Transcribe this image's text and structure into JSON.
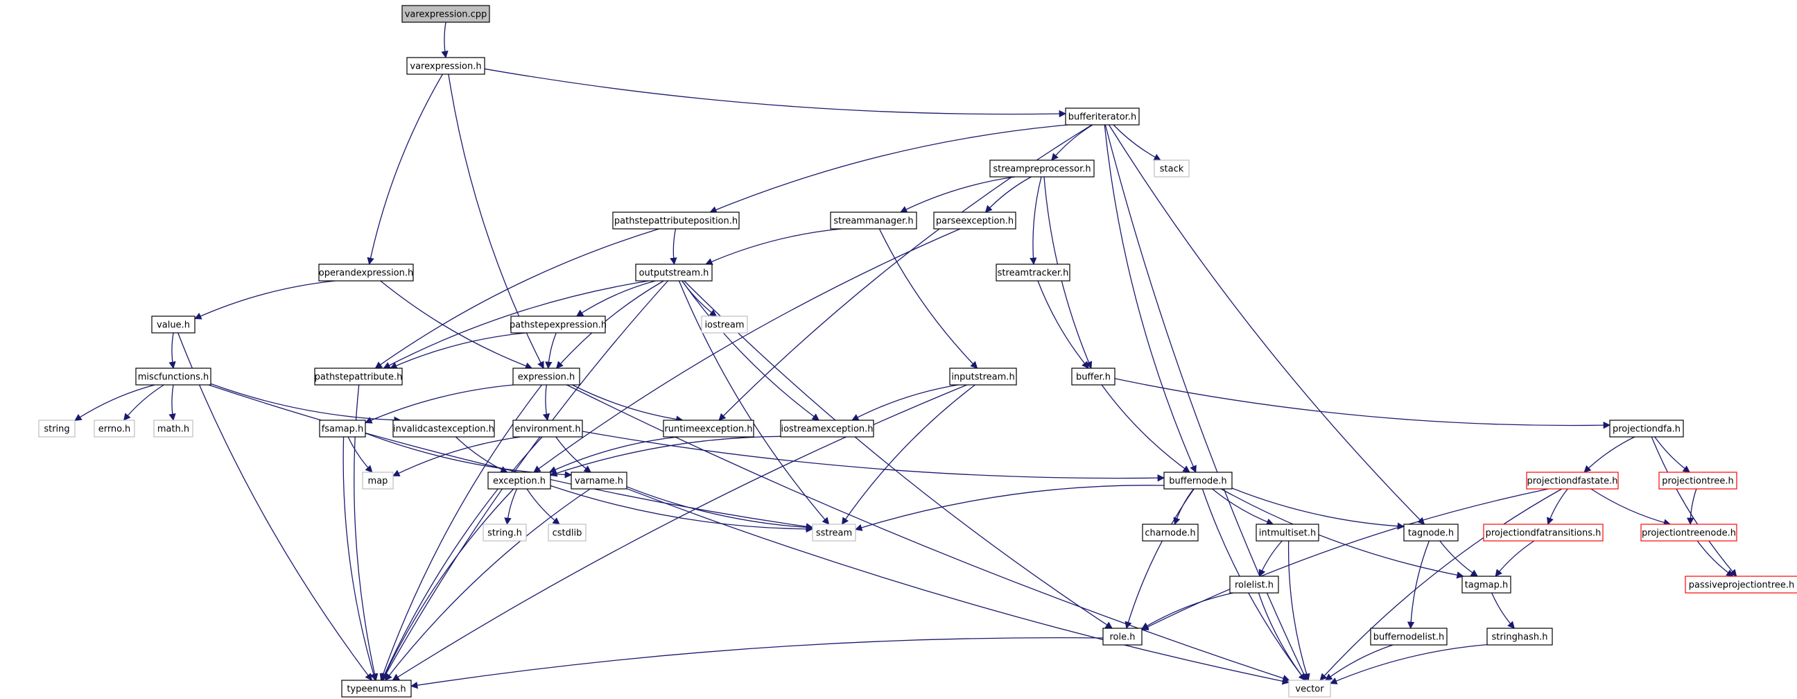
{
  "colors": {
    "edge": "#191970",
    "box_border": "#000000",
    "root_fill": "#bfbfbf",
    "missing_border": "#bfbfbf",
    "truncated_border": "#ff0000",
    "text": "#000000"
  },
  "nodes": [
    {
      "id": "varexpression_cpp",
      "label": "varexpression.cpp",
      "kind": "root"
    },
    {
      "id": "varexpression_h",
      "label": "varexpression.h",
      "kind": "normal"
    },
    {
      "id": "bufferiterator_h",
      "label": "bufferiterator.h",
      "kind": "normal"
    },
    {
      "id": "streampreprocessor_h",
      "label": "streampreprocessor.h",
      "kind": "normal"
    },
    {
      "id": "stack",
      "label": "stack",
      "kind": "missing"
    },
    {
      "id": "pathstepattributeposition_h",
      "label": "pathstepattributeposition.h",
      "kind": "normal"
    },
    {
      "id": "streammanager_h",
      "label": "streammanager.h",
      "kind": "normal"
    },
    {
      "id": "parseexception_h",
      "label": "parseexception.h",
      "kind": "normal"
    },
    {
      "id": "operandexpression_h",
      "label": "operandexpression.h",
      "kind": "normal"
    },
    {
      "id": "outputstream_h",
      "label": "outputstream.h",
      "kind": "normal"
    },
    {
      "id": "streamtracker_h",
      "label": "streamtracker.h",
      "kind": "normal"
    },
    {
      "id": "value_h",
      "label": "value.h",
      "kind": "normal"
    },
    {
      "id": "pathstepexpression_h",
      "label": "pathstepexpression.h",
      "kind": "normal"
    },
    {
      "id": "iostream",
      "label": "iostream",
      "kind": "missing"
    },
    {
      "id": "miscfunctions_h",
      "label": "miscfunctions.h",
      "kind": "normal"
    },
    {
      "id": "pathstepattribute_h",
      "label": "pathstepattribute.h",
      "kind": "normal"
    },
    {
      "id": "expression_h",
      "label": "expression.h",
      "kind": "normal"
    },
    {
      "id": "inputstream_h",
      "label": "inputstream.h",
      "kind": "normal"
    },
    {
      "id": "buffer_h",
      "label": "buffer.h",
      "kind": "normal"
    },
    {
      "id": "string",
      "label": "string",
      "kind": "missing"
    },
    {
      "id": "errno_h",
      "label": "errno.h",
      "kind": "missing"
    },
    {
      "id": "math_h",
      "label": "math.h",
      "kind": "missing"
    },
    {
      "id": "fsamap_h",
      "label": "fsamap.h",
      "kind": "normal"
    },
    {
      "id": "invalidcastexception_h",
      "label": "invalidcastexception.h",
      "kind": "normal"
    },
    {
      "id": "environment_h",
      "label": "environment.h",
      "kind": "normal"
    },
    {
      "id": "runtimeexception_h",
      "label": "runtimeexception.h",
      "kind": "normal"
    },
    {
      "id": "iostreamexception_h",
      "label": "iostreamexception.h",
      "kind": "normal"
    },
    {
      "id": "projectiondfa_h",
      "label": "projectiondfa.h",
      "kind": "normal"
    },
    {
      "id": "map",
      "label": "map",
      "kind": "missing"
    },
    {
      "id": "exception_h",
      "label": "exception.h",
      "kind": "normal"
    },
    {
      "id": "varname_h",
      "label": "varname.h",
      "kind": "normal"
    },
    {
      "id": "buffernode_h",
      "label": "buffernode.h",
      "kind": "normal"
    },
    {
      "id": "projectiondfastate_h",
      "label": "projectiondfastate.h",
      "kind": "truncated"
    },
    {
      "id": "projectiontree_h",
      "label": "projectiontree.h",
      "kind": "truncated"
    },
    {
      "id": "string_h",
      "label": "string.h",
      "kind": "missing"
    },
    {
      "id": "cstdlib",
      "label": "cstdlib",
      "kind": "missing"
    },
    {
      "id": "sstream",
      "label": "sstream",
      "kind": "missing"
    },
    {
      "id": "charnode_h",
      "label": "charnode.h",
      "kind": "normal"
    },
    {
      "id": "intmultiset_h",
      "label": "intmultiset.h",
      "kind": "normal"
    },
    {
      "id": "tagnode_h",
      "label": "tagnode.h",
      "kind": "normal"
    },
    {
      "id": "projectiondfatransitions_h",
      "label": "projectiondfatransitions.h",
      "kind": "truncated"
    },
    {
      "id": "projectiontreenode_h",
      "label": "projectiontreenode.h",
      "kind": "truncated"
    },
    {
      "id": "rolelist_h",
      "label": "rolelist.h",
      "kind": "normal"
    },
    {
      "id": "tagmap_h",
      "label": "tagmap.h",
      "kind": "normal"
    },
    {
      "id": "passiveprojectiontree_h",
      "label": "passiveprojectiontree.h",
      "kind": "truncated"
    },
    {
      "id": "role_h",
      "label": "role.h",
      "kind": "normal"
    },
    {
      "id": "buffernodelist_h",
      "label": "buffernodelist.h",
      "kind": "normal"
    },
    {
      "id": "stringhash_h",
      "label": "stringhash.h",
      "kind": "normal"
    },
    {
      "id": "typeenums_h",
      "label": "typeenums.h",
      "kind": "normal"
    },
    {
      "id": "vector",
      "label": "vector",
      "kind": "missing"
    }
  ],
  "edges": [
    [
      "varexpression_cpp",
      "varexpression_h"
    ],
    [
      "varexpression_h",
      "bufferiterator_h"
    ],
    [
      "varexpression_h",
      "operandexpression_h"
    ],
    [
      "varexpression_h",
      "expression_h"
    ],
    [
      "bufferiterator_h",
      "streampreprocessor_h"
    ],
    [
      "bufferiterator_h",
      "stack"
    ],
    [
      "bufferiterator_h",
      "pathstepattributeposition_h"
    ],
    [
      "bufferiterator_h",
      "runtimeexception_h"
    ],
    [
      "bufferiterator_h",
      "buffernode_h"
    ],
    [
      "bufferiterator_h",
      "tagnode_h"
    ],
    [
      "bufferiterator_h",
      "vector"
    ],
    [
      "streampreprocessor_h",
      "streammanager_h"
    ],
    [
      "streampreprocessor_h",
      "parseexception_h"
    ],
    [
      "streampreprocessor_h",
      "streamtracker_h"
    ],
    [
      "streampreprocessor_h",
      "buffer_h"
    ],
    [
      "pathstepattributeposition_h",
      "outputstream_h"
    ],
    [
      "pathstepattributeposition_h",
      "pathstepattribute_h"
    ],
    [
      "streammanager_h",
      "outputstream_h"
    ],
    [
      "streammanager_h",
      "inputstream_h"
    ],
    [
      "parseexception_h",
      "exception_h"
    ],
    [
      "operandexpression_h",
      "value_h"
    ],
    [
      "operandexpression_h",
      "expression_h"
    ],
    [
      "outputstream_h",
      "pathstepexpression_h"
    ],
    [
      "outputstream_h",
      "iostream"
    ],
    [
      "outputstream_h",
      "expression_h"
    ],
    [
      "outputstream_h",
      "pathstepattribute_h"
    ],
    [
      "outputstream_h",
      "iostreamexception_h"
    ],
    [
      "outputstream_h",
      "sstream"
    ],
    [
      "outputstream_h",
      "role_h"
    ],
    [
      "outputstream_h",
      "typeenums_h"
    ],
    [
      "streamtracker_h",
      "buffer_h"
    ],
    [
      "value_h",
      "miscfunctions_h"
    ],
    [
      "value_h",
      "typeenums_h"
    ],
    [
      "pathstepexpression_h",
      "expression_h"
    ],
    [
      "pathstepexpression_h",
      "pathstepattribute_h"
    ],
    [
      "miscfunctions_h",
      "string"
    ],
    [
      "miscfunctions_h",
      "errno_h"
    ],
    [
      "miscfunctions_h",
      "math_h"
    ],
    [
      "miscfunctions_h",
      "invalidcastexception_h"
    ],
    [
      "miscfunctions_h",
      "sstream"
    ],
    [
      "pathstepattribute_h",
      "typeenums_h"
    ],
    [
      "expression_h",
      "fsamap_h"
    ],
    [
      "expression_h",
      "environment_h"
    ],
    [
      "expression_h",
      "runtimeexception_h"
    ],
    [
      "expression_h",
      "typeenums_h"
    ],
    [
      "expression_h",
      "vector"
    ],
    [
      "inputstream_h",
      "iostreamexception_h"
    ],
    [
      "inputstream_h",
      "sstream"
    ],
    [
      "inputstream_h",
      "typeenums_h"
    ],
    [
      "buffer_h",
      "buffernode_h"
    ],
    [
      "buffer_h",
      "projectiondfa_h"
    ],
    [
      "fsamap_h",
      "map"
    ],
    [
      "fsamap_h",
      "varname_h"
    ],
    [
      "fsamap_h",
      "typeenums_h"
    ],
    [
      "invalidcastexception_h",
      "exception_h"
    ],
    [
      "environment_h",
      "map"
    ],
    [
      "environment_h",
      "varname_h"
    ],
    [
      "environment_h",
      "buffernode_h"
    ],
    [
      "environment_h",
      "typeenums_h"
    ],
    [
      "runtimeexception_h",
      "exception_h"
    ],
    [
      "iostreamexception_h",
      "exception_h"
    ],
    [
      "projectiondfa_h",
      "projectiondfastate_h"
    ],
    [
      "projectiondfa_h",
      "projectiontree_h"
    ],
    [
      "projectiondfa_h",
      "passiveprojectiontree_h"
    ],
    [
      "exception_h",
      "string_h"
    ],
    [
      "exception_h",
      "cstdlib"
    ],
    [
      "exception_h",
      "sstream"
    ],
    [
      "exception_h",
      "typeenums_h"
    ],
    [
      "varname_h",
      "sstream"
    ],
    [
      "varname_h",
      "typeenums_h"
    ],
    [
      "varname_h",
      "vector"
    ],
    [
      "buffernode_h",
      "sstream"
    ],
    [
      "buffernode_h",
      "charnode_h"
    ],
    [
      "buffernode_h",
      "intmultiset_h"
    ],
    [
      "buffernode_h",
      "tagnode_h"
    ],
    [
      "buffernode_h",
      "role_h"
    ],
    [
      "buffernode_h",
      "tagmap_h"
    ],
    [
      "buffernode_h",
      "vector"
    ],
    [
      "projectiondfastate_h",
      "projectiondfatransitions_h"
    ],
    [
      "projectiondfastate_h",
      "projectiontreenode_h"
    ],
    [
      "projectiondfastate_h",
      "role_h"
    ],
    [
      "projectiondfastate_h",
      "vector"
    ],
    [
      "projectiontree_h",
      "projectiontreenode_h"
    ],
    [
      "intmultiset_h",
      "rolelist_h"
    ],
    [
      "intmultiset_h",
      "vector"
    ],
    [
      "tagnode_h",
      "tagmap_h"
    ],
    [
      "tagnode_h",
      "buffernodelist_h"
    ],
    [
      "projectiondfatransitions_h",
      "tagmap_h"
    ],
    [
      "projectiontreenode_h",
      "passiveprojectiontree_h"
    ],
    [
      "rolelist_h",
      "role_h"
    ],
    [
      "rolelist_h",
      "vector"
    ],
    [
      "tagmap_h",
      "stringhash_h"
    ],
    [
      "role_h",
      "typeenums_h"
    ],
    [
      "buffernodelist_h",
      "vector"
    ],
    [
      "stringhash_h",
      "vector"
    ]
  ]
}
